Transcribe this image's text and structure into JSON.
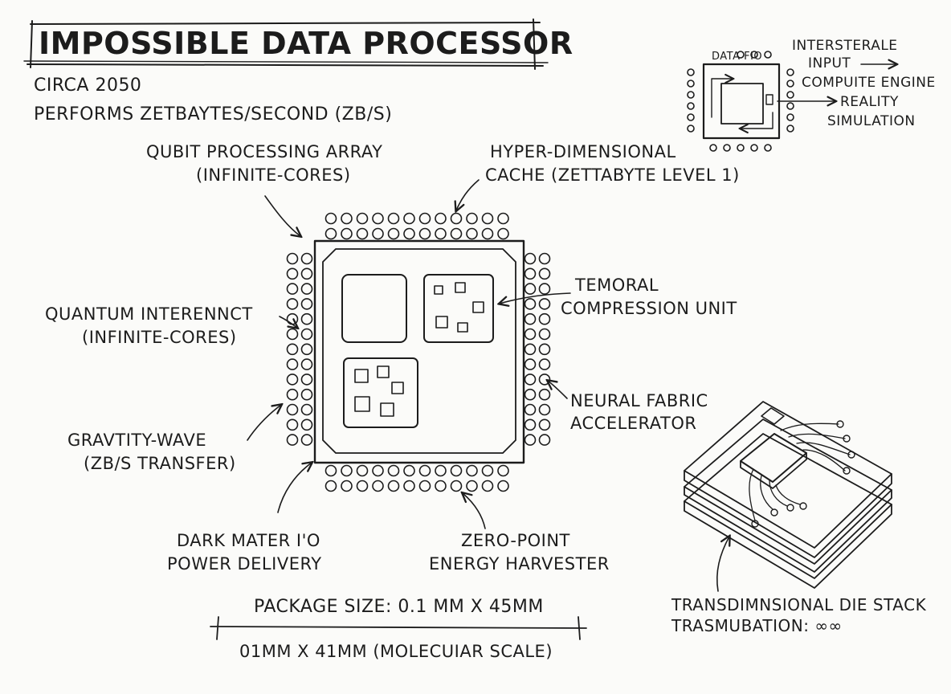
{
  "title": "IMPOSSIBLE DATA PROCESSOR",
  "subtitle_1": "CIRCA 2050",
  "subtitle_2": "PERFORMS ZETBAYTES/SECOND (ZB/S)",
  "labels": {
    "qubit_1": "QUBIT PROCESSING ARRAY",
    "qubit_2": "(INFINITE-CORES)",
    "cache_1": "HYPER-DIMENSIONAL",
    "cache_2": "CACHE (ZETTABYTE LEVEL 1)",
    "quantum_1": "QUANTUM INTERENNCT",
    "quantum_2": "(INFINITE-CORES)",
    "temporal_1": "TEMORAL",
    "temporal_2": "COMPRESSION UNIT",
    "neural_1": "NEURAL FABRIC",
    "neural_2": "ACCELERATOR",
    "gravity_1": "GRAVTITY-WAVE",
    "gravity_2": "(ZB/S TRANSFER)",
    "dark_1": "DARK MATER  I'O",
    "dark_2": "POWER DELIVERY",
    "zero_1": "ZERO-POINT",
    "zero_2": "ENERGY HARVESTER"
  },
  "inset": {
    "chip_label": "DATA FIO",
    "interstellar": "INTERSTERALE",
    "input": "INPUT",
    "compute": "COMPUITE ENGINE",
    "reality_1": "REALITY",
    "reality_2": "SIMULATION"
  },
  "package_size": "PACKAGE SIZE: 0.1 MM X 45MM",
  "molecular_scale": "01MM X 41MM (MOLECUIAR SCALE)",
  "stack": {
    "label_1": "TRANSDIMNSIONAL DIE STACK",
    "label_2": "TRASMUBATION:   ∞∞"
  }
}
